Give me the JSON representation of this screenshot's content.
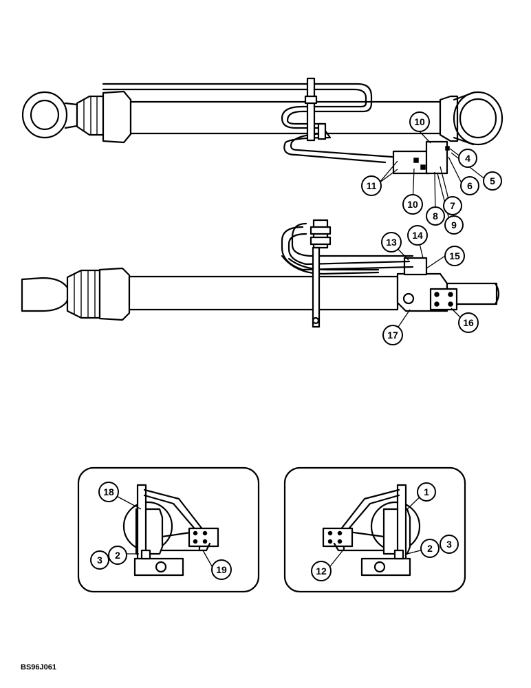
{
  "callouts": {
    "c1": "1",
    "c2a": "2",
    "c2b": "2",
    "c3a": "3",
    "c3b": "3",
    "c4": "4",
    "c5": "5",
    "c6": "6",
    "c7": "7",
    "c8": "8",
    "c9": "9",
    "c10a": "10",
    "c10b": "10",
    "c11": "11",
    "c12": "12",
    "c13": "13",
    "c14": "14",
    "c15": "15",
    "c16": "16",
    "c17": "17",
    "c18": "18",
    "c19": "19"
  },
  "figure_code": "BS96J061"
}
